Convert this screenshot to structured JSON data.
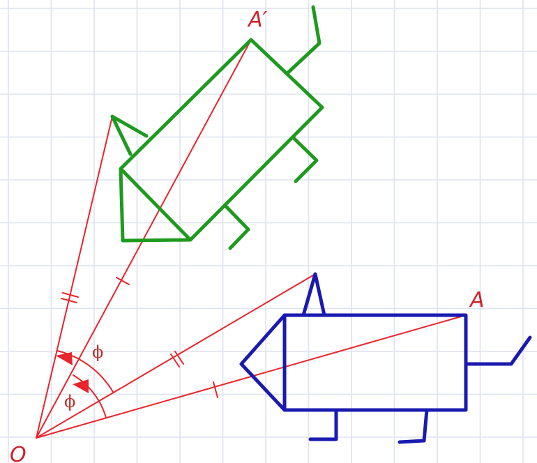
{
  "labels": {
    "point_a": "A",
    "point_a_prime": "A′",
    "origin": "O",
    "angle_1": "ϕ",
    "angle_2": "ϕ"
  },
  "colors": {
    "grid": "#dde2ee",
    "construction": "#e8242c",
    "original_figure": "#1a1ab0",
    "rotated_figure": "#1e9a1e",
    "label": "#d0202a"
  }
}
